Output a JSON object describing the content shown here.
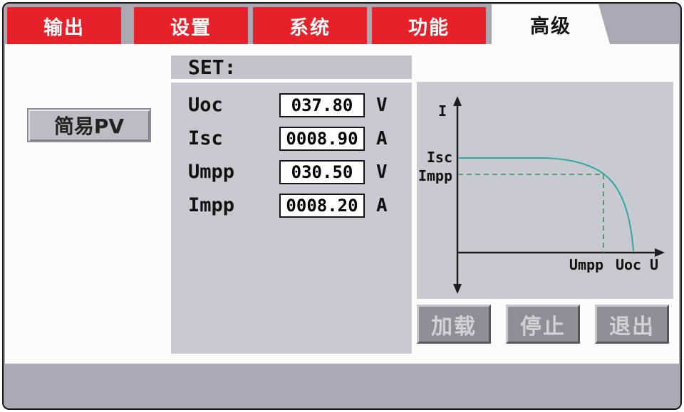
{
  "tabs": [
    {
      "label": "输出",
      "active": false
    },
    {
      "label": "设置",
      "active": false
    },
    {
      "label": "系统",
      "active": false
    },
    {
      "label": "功能",
      "active": false
    },
    {
      "label": "高级",
      "active": true
    }
  ],
  "pv_button": {
    "label": "简易PV"
  },
  "set_panel": {
    "header": "SET:",
    "rows": [
      {
        "label": "Uoc",
        "value": "037.80",
        "unit": "V"
      },
      {
        "label": "Isc",
        "value": "0008.90",
        "unit": "A"
      },
      {
        "label": "Umpp",
        "value": "030.50",
        "unit": "V"
      },
      {
        "label": "Impp",
        "value": "0008.20",
        "unit": "A"
      }
    ]
  },
  "chart": {
    "type": "line",
    "y_axis_label": "I",
    "y_tick_isc": "Isc",
    "y_tick_impp": "Impp",
    "x_tick_umpp": "Umpp",
    "x_tick_uoc": "Uoc",
    "x_axis_label": "U",
    "curve_color": "#2ba9a1",
    "dash_color": "#3f9f5f"
  },
  "action_buttons": {
    "load": "加载",
    "stop": "停止",
    "exit": "退出"
  },
  "colors": {
    "tab_red": "#e62129",
    "device_bg": "#a9a9b4",
    "panel_gray": "#c9c9d1"
  }
}
